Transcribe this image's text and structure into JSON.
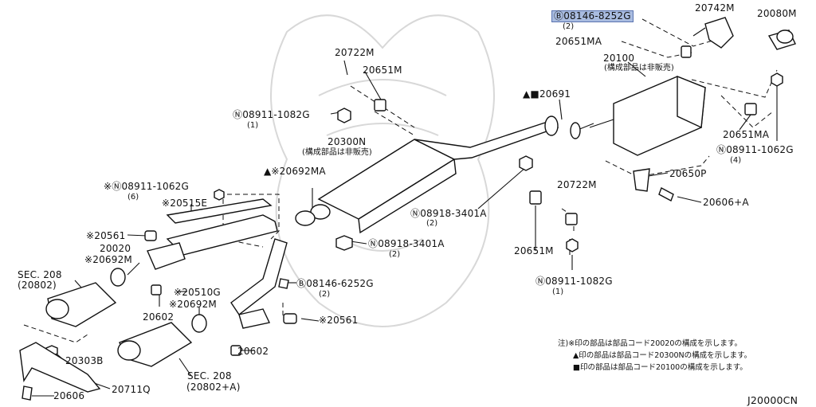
{
  "diagram_code": "J20000CN",
  "labels": {
    "p08146_8252g": "Ⓑ08146-8252G",
    "p08146_8252g_qty": "(2)",
    "p20742m": "20742M",
    "p20080m": "20080M",
    "p20651ma_top": "20651MA",
    "p20100": "20100",
    "p20100_note": "(構成部品は非販売)",
    "p20722m_top": "20722M",
    "p20651m_top": "20651M",
    "p08911_1082g_top": "Ⓝ08911-1082G",
    "p08911_1082g_top_qty": "(1)",
    "p20691": "▲■20691",
    "p20300n": "20300N",
    "p20300n_note": "(構成部品は非販売)",
    "p20651ma_right": "20651MA",
    "p08911_1062g_right": "Ⓝ08911-1062G",
    "p08911_1062g_right_qty": "(4)",
    "p20692ma": "▲※20692MA",
    "p08911_1062g_left": "※Ⓝ08911-1062G",
    "p08911_1062g_left_qty": "(6)",
    "p20515e": "※20515E",
    "p20650p": "20650P",
    "p20722m_mid": "20722M",
    "p20606a": "20606+A",
    "p08918_3401a_mid": "Ⓝ08918-3401A",
    "p08918_3401a_mid_qty": "(2)",
    "p08918_3401a_low": "Ⓝ08918-3401A",
    "p08918_3401a_low_qty": "(2)",
    "p20561_left": "※20561",
    "p20020": "20020",
    "p20692m_left": "※20692M",
    "p20651m_mid": "20651M",
    "p08146_6252g": "Ⓑ08146-6252G",
    "p08146_6252g_qty": "(2)",
    "p08911_1082g_mid": "Ⓝ08911-1082G",
    "p08911_1082g_mid_qty": "(1)",
    "sec208_left": "SEC. 208",
    "sec208_left_sub": "(20802)",
    "p20510g": "※20510G",
    "p20692m_mid": "※20692M",
    "p20602_left": "20602",
    "p20561_mid": "※20561",
    "p20303b": "20303B",
    "p20711q": "20711Q",
    "p20606": "20606",
    "p20602_mid": "20602",
    "sec208_mid": "SEC. 208",
    "sec208_mid_sub": "(20802+A)"
  },
  "notes": [
    "注)※印の部品は部品コード20020の構成を示します。",
    "▲印の部品は部品コード20300Nの構成を示します。",
    "■印の部品は部品コード20100の構成を示します。"
  ]
}
